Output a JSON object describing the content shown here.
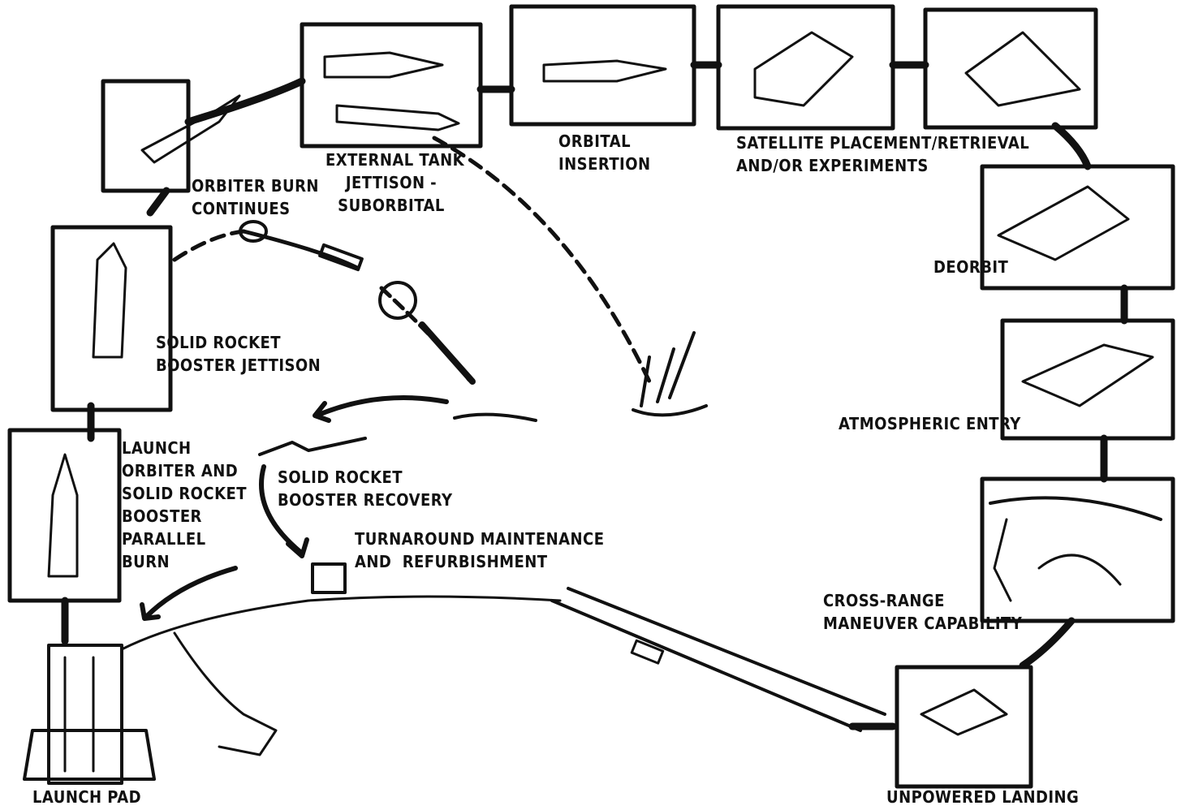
{
  "labels": {
    "orbiter_burn": "ORBITER BURN\nCONTINUES",
    "external_tank": "EXTERNAL TANK\nJETTISON -\nSUBORBITAL",
    "orbital_insertion": "ORBITAL\nINSERTION",
    "satellite": "SATELLITE PLACEMENT/RETRIEVAL\nAND/OR EXPERIMENTS",
    "deorbit": "DEORBIT",
    "srb_jettison": "SOLID ROCKET\nBOOSTER JETTISON",
    "atmospheric_entry": "ATMOSPHERIC ENTRY",
    "launch": "LAUNCH\nORBITER AND\nSOLID ROCKET\nBOOSTER\nPARALLEL\nBURN",
    "srb_recovery": "SOLID ROCKET\nBOOSTER RECOVERY",
    "turnaround": "TURNAROUND MAINTENANCE\nAND  REFURBISHMENT",
    "cross_range": "CROSS-RANGE\nMANEUVER CAPABILITY",
    "launch_pad": "LAUNCH PAD",
    "unpowered_landing": "UNPOWERED LANDING"
  },
  "colors": {
    "ink": "#111111",
    "paper": "#ffffff"
  }
}
